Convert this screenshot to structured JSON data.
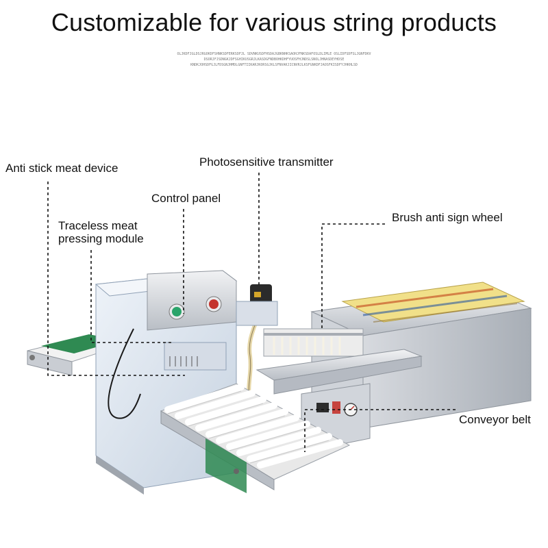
{
  "title": "Customizable for various string products",
  "fine_print": [
    "OLJKDFJGLDSJRGOKDFSHNKSDFERKSDFJL SDVNKUSDFHSDAJGBKNHKSAOHJFNKSDAFOSLDLIMLE OSLIDFSDFSLJGNFDKV",
    "DSORJFJSDNGKJDFSGHIKUSGRJLKASDGFNDBOHKDHFYUOSFHJNDSLSNOLJHNASDEYHDSE",
    "KNDKJOHSDFGJLFDSGNJHMDLGNFTIIKARJKORSGJKLSFNVAKJICNVRJLKSFGNKDFJAOSFKISDFYJHKHLSD"
  ],
  "labels": {
    "anti_stick": "Anti stick meat device",
    "photosensitive": "Photosensitive transmitter",
    "control_panel": "Control panel",
    "traceless_line1": "Traceless meat",
    "traceless_line2": "pressing module",
    "brush": "Brush anti sign wheel",
    "conveyor": "Conveyor belt"
  },
  "colors": {
    "steel_light": "#e6e8eb",
    "steel_mid": "#c7cbd1",
    "steel_dark": "#9aa0a8",
    "frame_blue": "#dfe8f3",
    "belt_green": "#2f8a52",
    "panel_yellow": "#f1e089",
    "button_green": "#2aa46a",
    "button_red": "#c4332c",
    "dashed_line": "#111111"
  }
}
